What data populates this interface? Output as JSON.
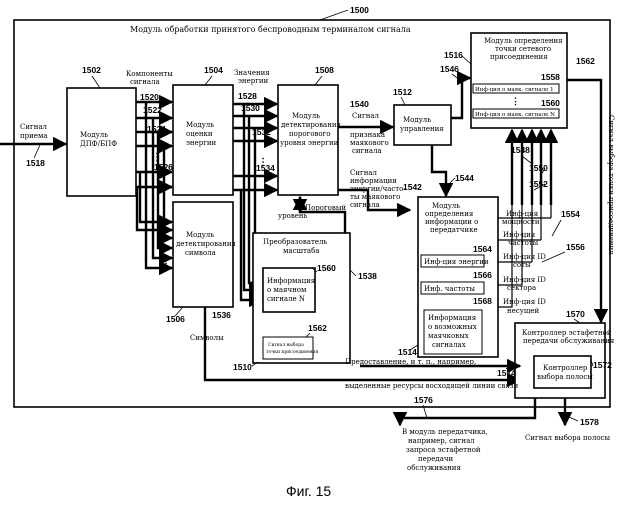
{
  "figure": {
    "caption": "Фиг. 15",
    "outer_ref": "1500",
    "outer_title": "Модуль обработки принятого беспроводным терминалом сигнала"
  },
  "blocks": {
    "dft": {
      "ref": "1502",
      "label": [
        "Модуль",
        "ДПФ/БПФ"
      ]
    },
    "energy": {
      "ref": "1504",
      "label": [
        "Модуль",
        "оценки",
        "энергии"
      ]
    },
    "threshold": {
      "ref": "1508",
      "label": [
        "Модуль",
        "детектирования",
        "порогового",
        "уровня энергии"
      ]
    },
    "symbol": {
      "ref": "1506",
      "label": [
        "Модуль",
        "детектирования",
        "символа"
      ]
    },
    "scale": {
      "ref": "1510",
      "label": [
        "Преобразователь",
        "масштаба"
      ]
    },
    "beacon_info": {
      "ref": "1560",
      "label": [
        "Информация",
        "о маячном",
        "сигнале N"
      ]
    },
    "beacon_select": {
      "ref": "1562",
      "label": [
        "Сигнал выбора",
        "точки присоединения"
      ]
    },
    "control": {
      "ref": "1512",
      "label": [
        "Модуль",
        "управления"
      ]
    },
    "attach": {
      "ref": "1516",
      "label": [
        "Модуль определения",
        "точки сетевого",
        "присоединения"
      ]
    },
    "attach_item1": {
      "ref": "1558",
      "label": "Инф-ция о маяк. сигнале 1"
    },
    "attach_item2": {
      "ref": "1560",
      "label": "Инф-ция о маяк. сигнале N"
    },
    "tx_info": {
      "ref": "1514",
      "label": [
        "Модуль",
        "определения",
        "информации о",
        "передатчике"
      ]
    },
    "energy_info": {
      "ref": "1564",
      "label": "Инф-ция энергии"
    },
    "freq_info": {
      "ref": "1566",
      "label": "Инф. частоты"
    },
    "possible_info": {
      "ref": "1568",
      "label": [
        "Информация",
        "о возможных",
        "маячковых",
        "сигналах"
      ]
    },
    "handoff": {
      "ref": "1570",
      "label": [
        "Контроллер эстафетной",
        "передачи обслуживания"
      ]
    },
    "band": {
      "ref": "1572",
      "label": [
        "Контроллер",
        "выбора полосы"
      ]
    }
  },
  "signals": {
    "rx_signal": {
      "ref": "1518",
      "label": [
        "Сигнал",
        "приема"
      ]
    },
    "components": {
      "label": [
        "Компоненты",
        "сигнала"
      ],
      "first_ref": "1520",
      "last_ref": "1522"
    },
    "energy_values": {
      "label": [
        "Значения",
        "энергии"
      ]
    },
    "energy_refs": [
      "1524",
      "1526",
      "1528",
      "1530",
      "1532",
      "1534"
    ],
    "beacon_flag": {
      "ref": "1540",
      "label": [
        "Сигнал",
        "признака",
        "маякового",
        "сигнала"
      ]
    },
    "energy_freq": {
      "ref": "1542",
      "label": [
        "Сигнал",
        "информации",
        "энергии/часто-",
        "ты маякового",
        "сигнала"
      ]
    },
    "threshold_level": {
      "label": [
        "Пороговый",
        "уровень"
      ]
    },
    "symbols": {
      "ref": "1536",
      "label": "Символы"
    },
    "scale_ref": "1538",
    "control_out_ref": "1546",
    "tx_in_ref": "1544",
    "handoff_in_ref": "1562",
    "power_info": {
      "ref": "1548",
      "label": [
        "Инф-ция",
        "мощности"
      ]
    },
    "freq_info": {
      "ref": "1550",
      "label": [
        "Инф-ция",
        "частоты"
      ]
    },
    "cell_id": {
      "ref": "1552",
      "label": [
        "Инф-ция ID",
        "соты"
      ]
    },
    "sector_id": {
      "ref": "1554",
      "label": [
        "Инф-ция ID",
        "сектора"
      ]
    },
    "carrier_id": {
      "ref": "1556",
      "label": [
        "Инф-ция ID",
        "несущей"
      ]
    },
    "access_point_select": {
      "label": [
        "Сигнал выбора точки присоединения"
      ]
    },
    "uplink": {
      "ref": "1574",
      "label": [
        "Предоставление, и т. п., например,",
        "выделенные ресурсы восходящей линии связи"
      ]
    },
    "to_tx_module": {
      "ref": "1576",
      "label": [
        "В модуль передатчика,",
        "например, сигнал",
        "запроса эстафетной",
        "передачи",
        "обслуживания"
      ]
    },
    "band_select": {
      "ref": "1578",
      "label": "Сигнал выбора полосы"
    }
  }
}
